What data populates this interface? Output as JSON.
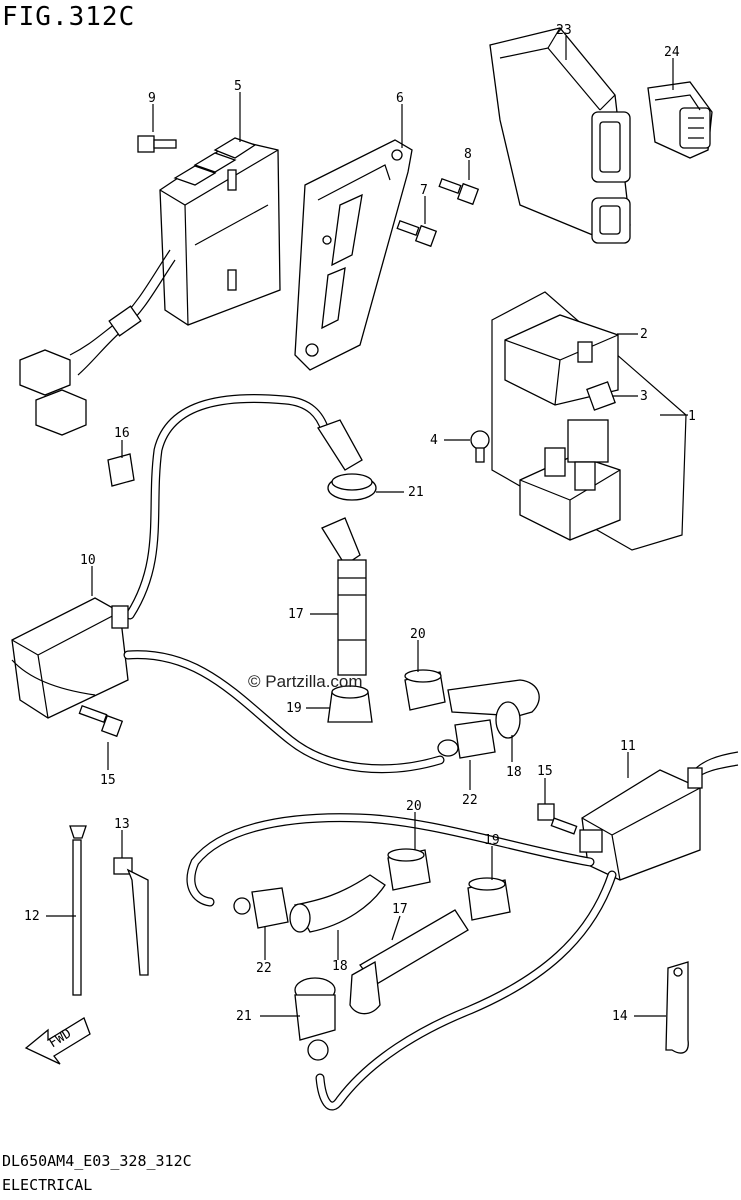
{
  "figure": {
    "title": "FIG.312C",
    "footer_code": "DL650AM4_E03_328_312C",
    "footer_name": "ELECTRICAL",
    "watermark": "© Partzilla.com",
    "fwd_label": "FWD"
  },
  "callouts": [
    {
      "num": "1"
    },
    {
      "num": "2"
    },
    {
      "num": "3"
    },
    {
      "num": "4"
    },
    {
      "num": "5"
    },
    {
      "num": "6"
    },
    {
      "num": "7"
    },
    {
      "num": "8"
    },
    {
      "num": "9"
    },
    {
      "num": "10"
    },
    {
      "num": "11"
    },
    {
      "num": "12"
    },
    {
      "num": "13"
    },
    {
      "num": "14"
    },
    {
      "num": "15"
    },
    {
      "num": "15"
    },
    {
      "num": "16"
    },
    {
      "num": "17"
    },
    {
      "num": "17"
    },
    {
      "num": "18"
    },
    {
      "num": "18"
    },
    {
      "num": "19"
    },
    {
      "num": "19"
    },
    {
      "num": "20"
    },
    {
      "num": "20"
    },
    {
      "num": "21"
    },
    {
      "num": "21"
    },
    {
      "num": "22"
    },
    {
      "num": "22"
    },
    {
      "num": "23"
    },
    {
      "num": "24"
    }
  ]
}
